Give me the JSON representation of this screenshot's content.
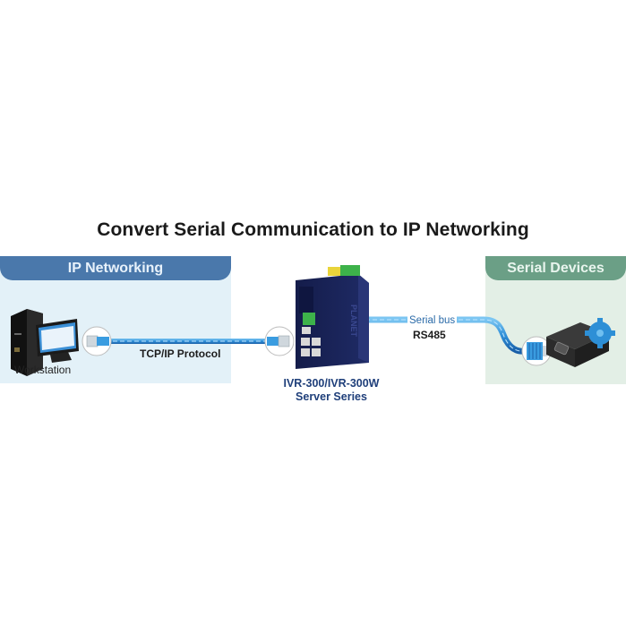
{
  "title": "Convert Serial Communication to IP Networking",
  "zones": {
    "ip": {
      "header": "IP Networking",
      "color": "#4a78ab",
      "background": "#e3f1f8"
    },
    "serial": {
      "header": "Serial Devices",
      "color": "#6b9f86",
      "background": "#e3efe6"
    }
  },
  "nodes": {
    "workstation": {
      "label": "Workstation",
      "icon": "workstation-icon"
    },
    "server": {
      "name_line1": "IVR-300/IVR-300W",
      "name_line2": "Server Series",
      "icon": "serial-device-server-icon",
      "brand": "PLANET"
    },
    "serial_device": {
      "icon": "serial-device-icon"
    }
  },
  "links": {
    "ethernet": {
      "label": "TCP/IP Protocol",
      "connector": "rj45-connector-icon"
    },
    "serial": {
      "label": "Serial bus",
      "protocol": "RS485",
      "connector": "db9-connector-icon"
    }
  },
  "colors": {
    "cable": "#2f8fd8",
    "cable_dark": "#1a5fa8",
    "title_text": "#1a1a1a",
    "device_name_text": "#1f3f7a"
  }
}
